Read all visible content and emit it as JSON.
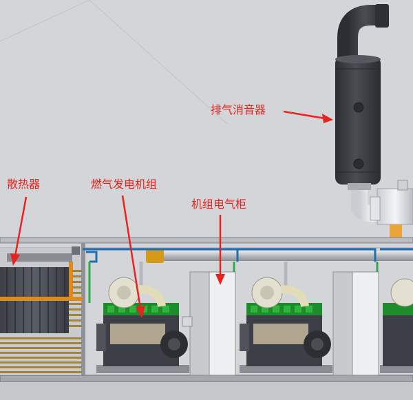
{
  "labels": {
    "muffler": "排气消音器",
    "radiator": "散热器",
    "genset": "燃气发电机组",
    "cabinet": "机组电气柜"
  },
  "colors": {
    "background": "#d3d5d8",
    "label_red": "#e8231f",
    "pipe_blue": "#1f6fb0",
    "pipe_orange": "#e08a1e",
    "pipe_green": "#2fa84a",
    "muffler_dark": "#3b3d42",
    "engine_green": "#1e8c2b"
  }
}
